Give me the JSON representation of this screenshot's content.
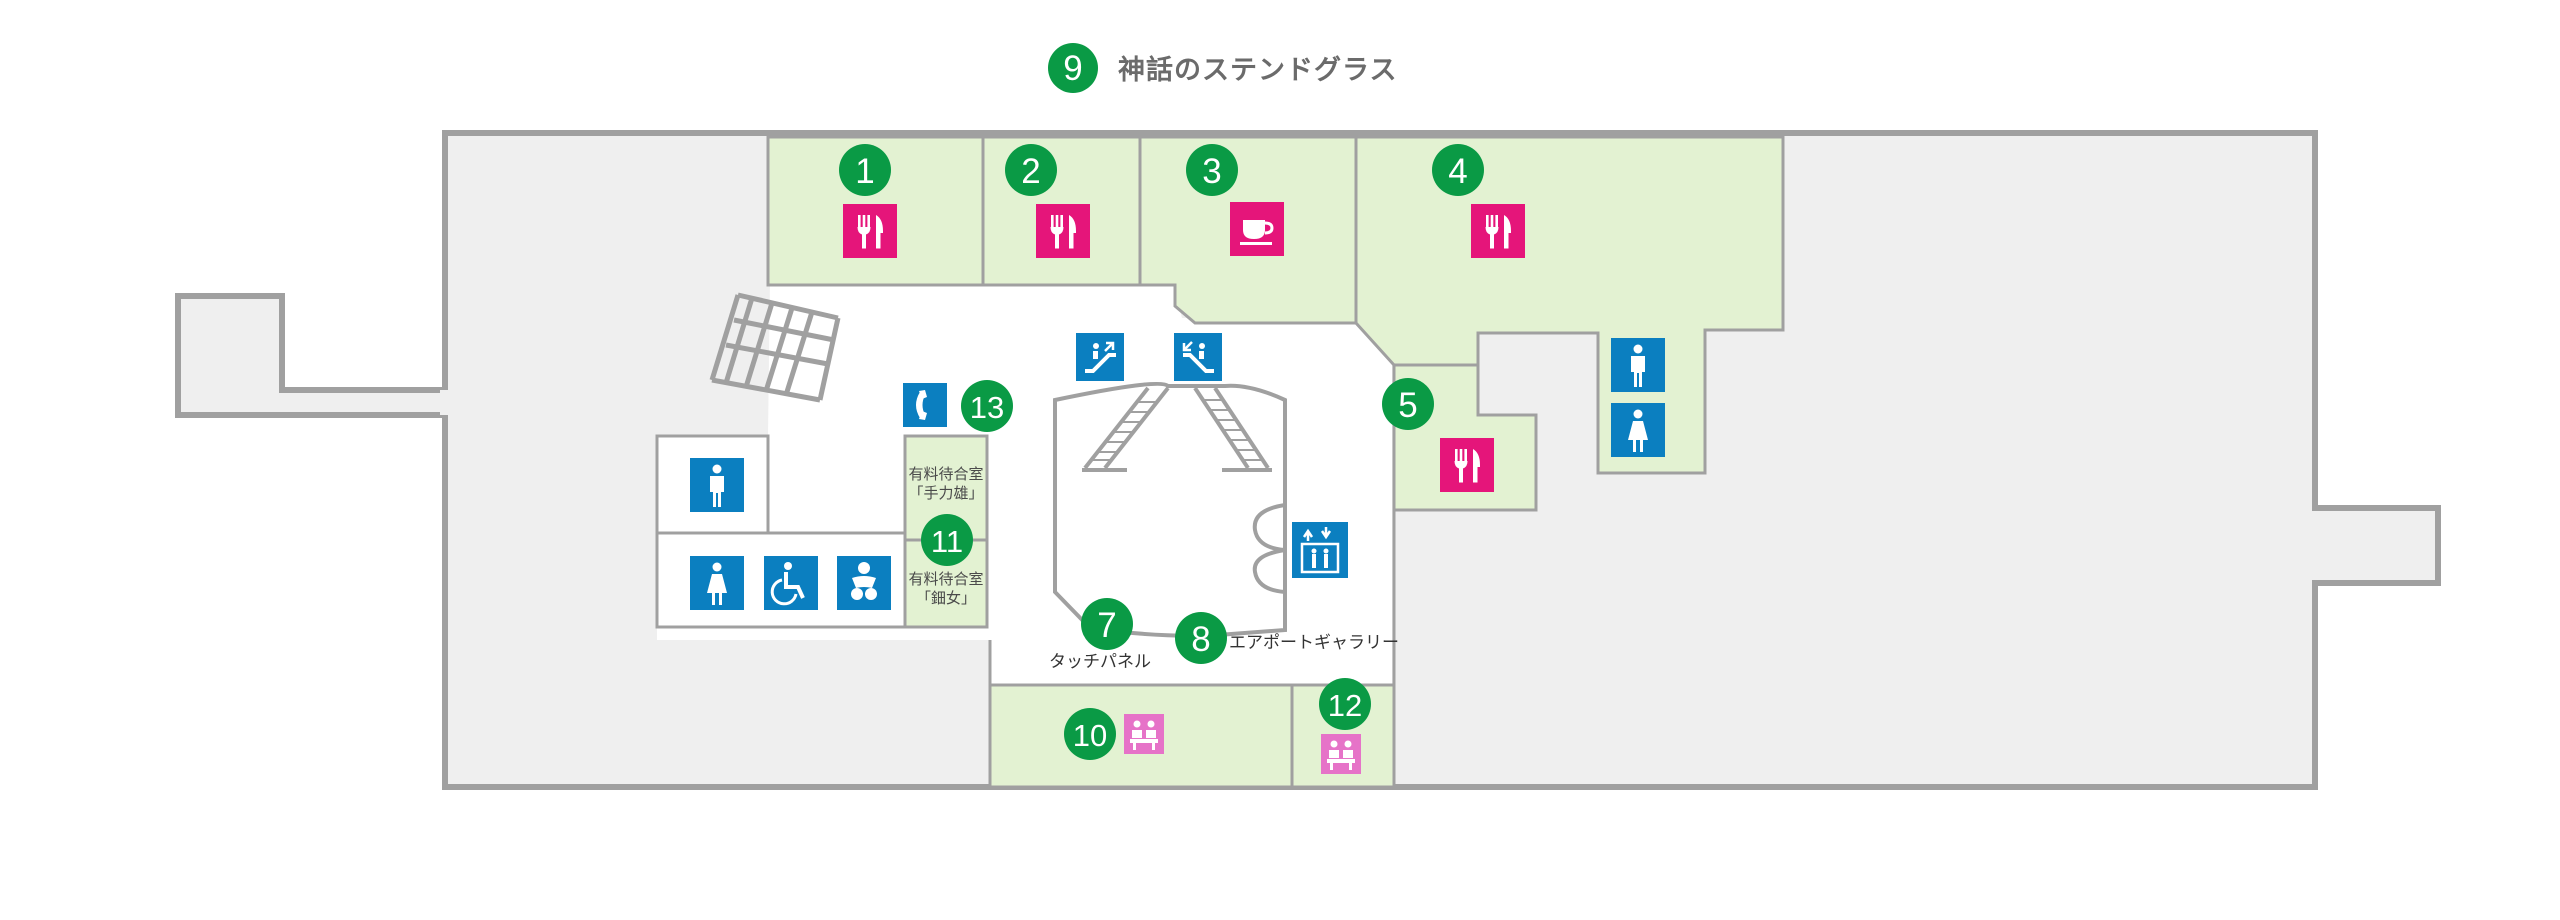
{
  "header": {
    "marker_number": "9",
    "title": "神話のステンドグラス"
  },
  "markers": [
    {
      "number": "1",
      "icon": "restaurant-icon"
    },
    {
      "number": "2",
      "icon": "restaurant-icon"
    },
    {
      "number": "3",
      "icon": "cafe-icon"
    },
    {
      "number": "4",
      "icon": "restaurant-icon"
    },
    {
      "number": "5",
      "icon": "restaurant-icon"
    },
    {
      "number": "7",
      "label": "タッチパネル"
    },
    {
      "number": "8",
      "label": "エアポートギャラリー"
    },
    {
      "number": "10",
      "icon": "lounge-icon"
    },
    {
      "number": "11"
    },
    {
      "number": "12",
      "icon": "lounge-icon"
    },
    {
      "number": "13",
      "icon": "phone-icon"
    }
  ],
  "waiting_rooms": {
    "upper_line1": "有料待合室",
    "upper_line2": "「手力雄」",
    "lower_line1": "有料待合室",
    "lower_line2": "「鈿女」"
  },
  "facility_icons": [
    "mens-restroom-icon",
    "womens-restroom-icon",
    "accessible-restroom-icon",
    "baby-care-icon",
    "escalator-up-icon",
    "escalator-down-icon",
    "elevator-icon"
  ],
  "colors": {
    "marker_green": "#0a9a45",
    "restaurant_magenta": "#e5157a",
    "facility_blue": "#0b7fc0",
    "lounge_pink": "#e673c8",
    "shop_green": "#e3f2d2",
    "floor_gray": "#efefef",
    "wall_gray": "#a0a0a0"
  }
}
